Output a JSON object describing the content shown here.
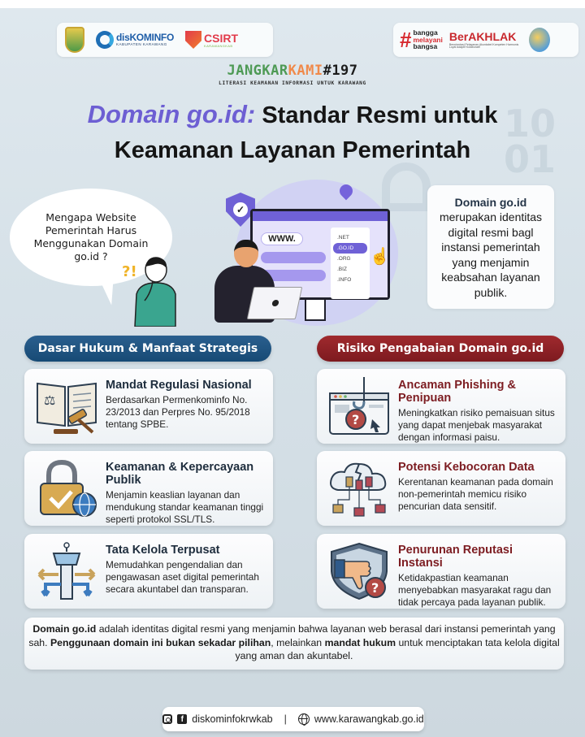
{
  "header": {
    "logos_left": [
      "Kabupaten Karawang crest",
      "disKOMINFO",
      "CSIRT"
    ],
    "diskominfo": {
      "main": "disKOMINFO",
      "sub": "KABUPATEN KARAWANG"
    },
    "csirt": {
      "main": "CSIRT",
      "sub": "KARAWANGKAB"
    },
    "bangga": {
      "hash": "#",
      "line1": "bangga",
      "line2": "melayani",
      "line3": "bangsa"
    },
    "berakhlak": {
      "main": "BerAKHLAK",
      "sub": "Berorientasi Pelayanan Akuntabel Kompeten Harmonis Loyal Adaptif Kolaboratif"
    }
  },
  "series": {
    "part1": "JANGKAR",
    "part2": "KAMI",
    "part3": "#197",
    "subtitle": "LITERASI KEAMANAN INFORMASI UNTUK KARAWANG"
  },
  "headline": {
    "accent": "Domain go.id:",
    "line1_rest": " Standar Resmi untuk",
    "line2": "Keamanan Layanan Pemerintah"
  },
  "question_bubble": {
    "text": "Mengapa Website Pemerintah Harus Menggunakan Domain go.id ?"
  },
  "hero": {
    "url_prefix": "WWW.",
    "tlds": [
      ".NET",
      ".GO.ID",
      ".ORG",
      ".BIZ",
      ".INFO"
    ],
    "selected_tld": ".GO.ID"
  },
  "definition": {
    "title": "Domain go.id",
    "body": "merupakan identitas digital resmi bagl instansi pemerintah yang menjamin keabsahan layanan publik."
  },
  "left_section": {
    "title": "Dasar Hukum & Manfaat Strategis",
    "color": "#1f5480",
    "cards": [
      {
        "icon": "law-book-gavel-icon",
        "title": "Mandat Regulasi Nasional",
        "body": "Berdasarkan Permenkominfo No. 23/2013 dan Perpres No. 95/2018 tentang SPBE."
      },
      {
        "icon": "padlock-globe-icon",
        "title": "Keamanan & Kepercayaan Publik",
        "body": "Menjamin keaslian layanan dan mendukung standar keamanan tinggi seperti protokol SSL/TLS."
      },
      {
        "icon": "control-tower-icon",
        "title": "Tata Kelola Terpusat",
        "body": "Memudahkan pengendalian dan pengawasan aset digital pemerintah secara akuntabel dan transparan."
      }
    ]
  },
  "right_section": {
    "title": "Risiko Pengabaian Domain go.id",
    "color": "#8e2226",
    "cards": [
      {
        "icon": "phishing-hook-icon",
        "title": "Ancaman Phishing & Penipuan",
        "body": "Meningkatkan risiko pemaisuan situs yang dapat menjebak masyarakat dengan informasi paisu."
      },
      {
        "icon": "cloud-data-leak-icon",
        "title": "Potensi Kebocoran Data",
        "body": "Kerentanan keamanan pada domain non-pemerintah memicu risiko pencurian data sensitif."
      },
      {
        "icon": "shield-thumbs-down-icon",
        "title": "Penurunan Reputasi Instansi",
        "body": "Ketidakpastian keamanan menyebabkan masyarakat ragu dan tidak percaya pada layanan publik."
      }
    ]
  },
  "summary": {
    "b1": "Domain go.id",
    "t1": " adalah identitas digital resmi yang menjamin bahwa layanan web berasal dari instansi pemerintah yang sah. ",
    "b2": "Penggunaan domain ini bukan sekadar pilihan",
    "t2": ", melainkan ",
    "b3": "mandat hukum",
    "t3": " untuk menciptakan tata kelola digital yang aman dan akuntabel."
  },
  "footer": {
    "social_handle": "diskominfokrwkab",
    "separator": "|",
    "website": "www.karawangkab.go.id"
  }
}
